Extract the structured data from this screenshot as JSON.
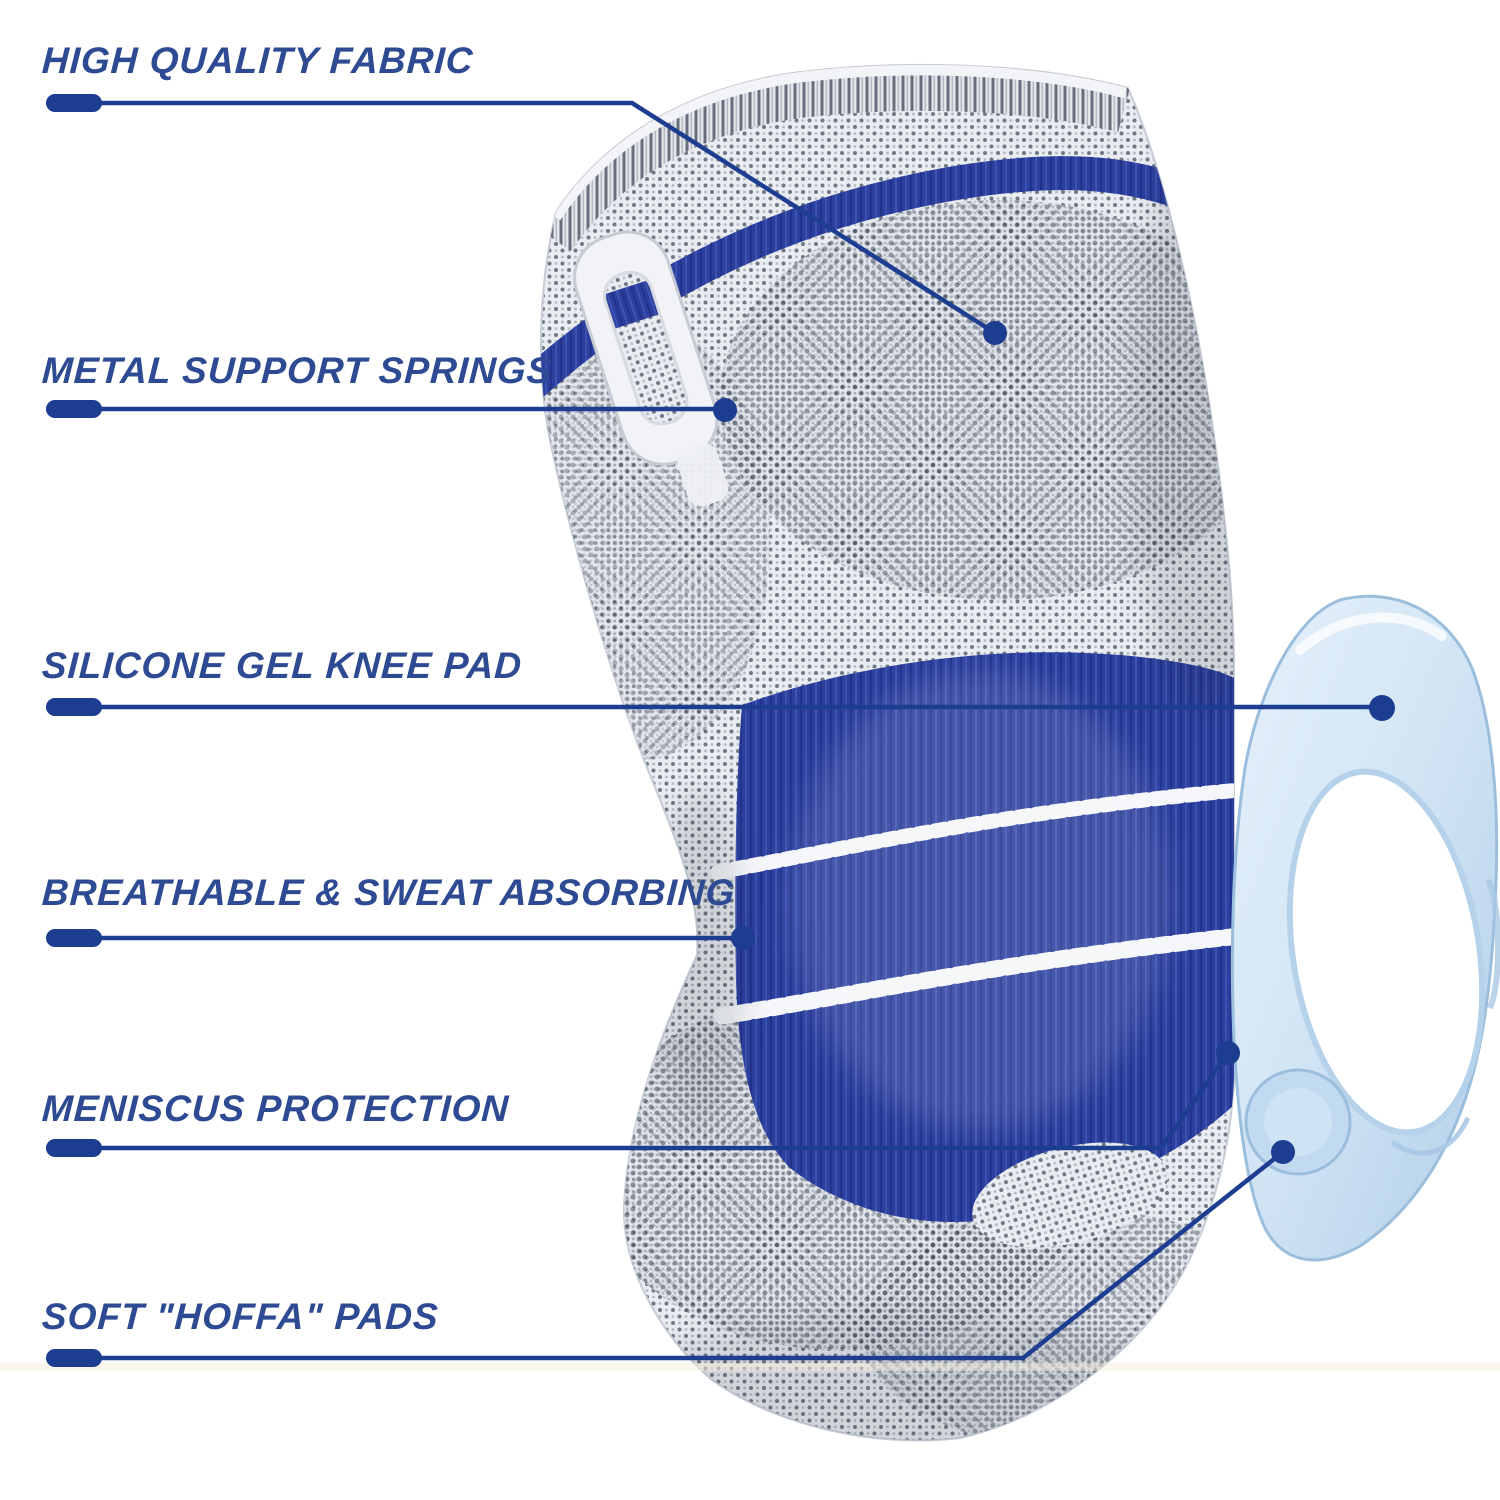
{
  "features": [
    {
      "label": "HIGH QUALITY FABRIC"
    },
    {
      "label": "METAL SUPPORT SPRINGS"
    },
    {
      "label": "SILICONE GEL KNEE PAD"
    },
    {
      "label": "BREATHABLE & SWEAT ABSORBING"
    },
    {
      "label": "MENISCUS PROTECTION"
    },
    {
      "label": "SOFT \"HOFFA\" PADS"
    }
  ],
  "colors": {
    "label_text": "#2d4a92",
    "callout_line": "#1d3d91",
    "fabric_blue": "#2b3f9e",
    "fabric_gray": "#e9ecf0",
    "gel_pad_blue": "#cfe3f4",
    "background": "#ffffff"
  }
}
